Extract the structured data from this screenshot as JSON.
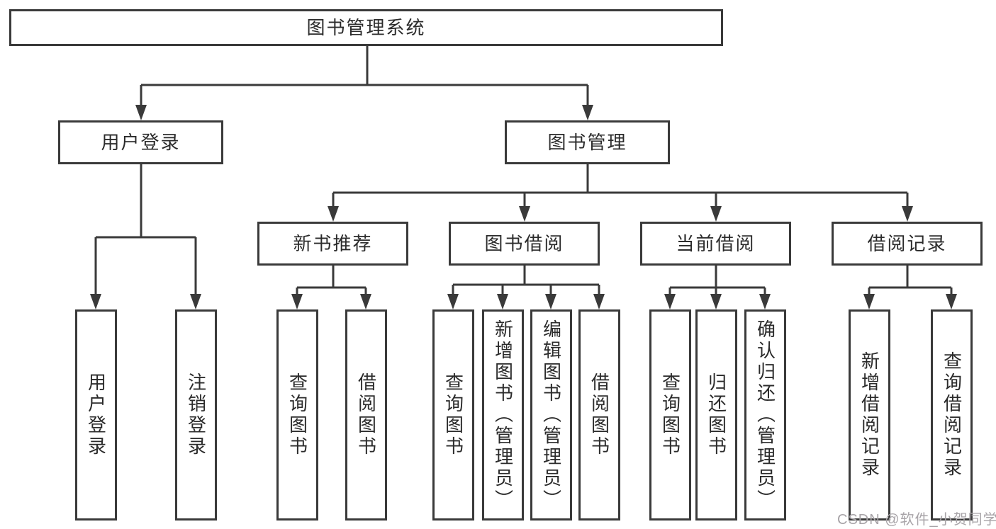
{
  "nodes": {
    "root": {
      "label": "图书管理系统"
    },
    "user_login": {
      "label": "用户登录"
    },
    "book_mgmt": {
      "label": "图书管理"
    },
    "new_book_rec": {
      "label": "新书推荐"
    },
    "book_borrow": {
      "label": "图书借阅"
    },
    "current_borrow": {
      "label": "当前借阅"
    },
    "borrow_records": {
      "label": "借阅记录"
    },
    "leaf_user_login": {
      "label": "用户登录"
    },
    "leaf_logout": {
      "label": "注销登录"
    },
    "leaf_nbr_query": {
      "label": "查询图书"
    },
    "leaf_nbr_borrow": {
      "label": "借阅图书"
    },
    "leaf_bb_query": {
      "label": "查询图书"
    },
    "leaf_bb_add": {
      "label": "新增图书（管理员）"
    },
    "leaf_bb_edit": {
      "label": "编辑图书（管理员）"
    },
    "leaf_bb_borrow": {
      "label": "借阅图书"
    },
    "leaf_cb_query": {
      "label": "查询图书"
    },
    "leaf_cb_return": {
      "label": "归还图书"
    },
    "leaf_cb_confirm": {
      "label": "确认归还（管理员）"
    },
    "leaf_br_add": {
      "label": "新增借阅记录"
    },
    "leaf_br_query": {
      "label": "查询借阅记录"
    }
  },
  "hierarchy": {
    "图书管理系统": [
      "用户登录",
      "图书管理"
    ],
    "用户登录": [
      "用户登录",
      "注销登录"
    ],
    "图书管理": [
      "新书推荐",
      "图书借阅",
      "当前借阅",
      "借阅记录"
    ],
    "新书推荐": [
      "查询图书",
      "借阅图书"
    ],
    "图书借阅": [
      "查询图书",
      "新增图书（管理员）",
      "编辑图书（管理员）",
      "借阅图书"
    ],
    "当前借阅": [
      "查询图书",
      "归还图书",
      "确认归还（管理员）"
    ],
    "借阅记录": [
      "新增借阅记录",
      "查询借阅记录"
    ]
  },
  "watermark": {
    "text": "CSDN @软件_小贺同学"
  },
  "colors": {
    "line": "#3a3a3a",
    "text": "#2b2b2b",
    "box_background": "#ffffff",
    "watermark": "#a8a4a8"
  }
}
